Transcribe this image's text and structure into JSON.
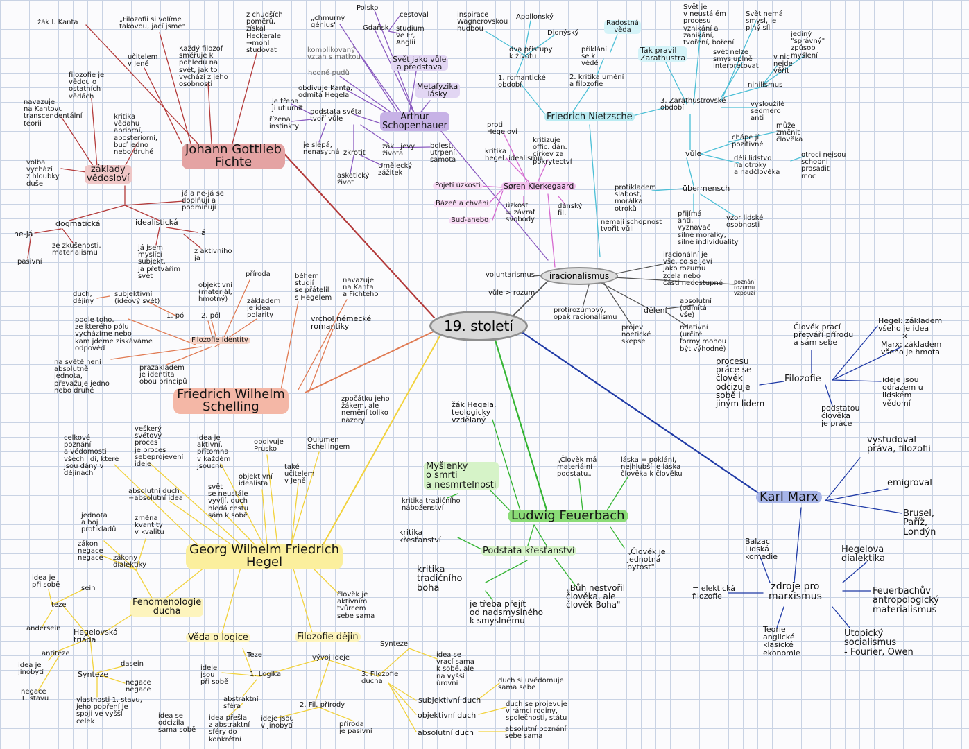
{
  "center": "19. století",
  "iracionalismus": "iracionalismus",
  "colors": {
    "fichte": "#b33a3a",
    "schelling": "#e07a52",
    "hegel": "#f2d23c",
    "feuerbach": "#35b533",
    "marx": "#1f3aa6",
    "schopenhauer": "#8a5ac0",
    "nietzsche": "#4bbfd6",
    "kierkegaard": "#d66ad0",
    "iracionalismus": "#505050"
  },
  "fichte": {
    "title": "Johann Gottlieb\nFichte",
    "zak_kanta": "žák I. Kanta",
    "filozofii_volime": "„Filozofii si volíme\ntakovou, jací jsme\"",
    "chudsich": "z chudších\npoměrů,\nzískal\nHeckerale\n→mohl\nstudovat",
    "ucitelem": "učitelem\nv Jeně",
    "kazdy_filozof": "Každý filozof\nsměřuje k\npohledu na\nsvět, jak to\nvychází z jeho\nosobnosti",
    "vedou": "filozofie je\nvědou o\nostatních\nvědách",
    "navazuje": "navazuje\nna Kantovu\ntranscendentální\nteorii",
    "kritika": "kritika\nvědahu\napriorní,\naposteriorní,\nbuď jedno\nnebo druhé",
    "zaklady": "základy\nvědosloví",
    "volba": "volba\nvychází\nz hloubky\nduše",
    "ja_neja": "já a ne-já se\ndoplňují a\npodmiňují",
    "dogmaticka": "dogmatická",
    "idealisticka": "idealistická",
    "neja": "ne-já",
    "ja": "já",
    "zkusenosti": "ze zkušenosti,\nmaterialismu",
    "pasivni": "pasivní",
    "ja_jsem": "já jsem\nmyslící\nsubjekt,\njá přetvářím\nsvět",
    "aktivniho": "z aktivního\njá"
  },
  "schelling": {
    "title": "Friedrich Wilhelm\nSchelling",
    "priroda": "příroda",
    "objektivni": "objektivní\n(materiál,\nhmotný)",
    "behem": "během\nstudií\nse přátelil\ns Hegelem",
    "navazuje": "navazuje\nna Kanta\na Fichteho",
    "duch": "duch,\ndějiny",
    "subjektivni": "subjektivní\n(ideový svět)",
    "zakladem": "základem\nje idea\npolarity",
    "pol1": "1. pól",
    "pol2": "2. pól",
    "vrchol": "vrchol německé\nromantiky",
    "podle": "podle toho,\nze kterého pólu\nvycházíme nebo\nkam jdeme získáváme\nodpověď",
    "identity": "Filozofie identity",
    "nasvete": "na světě není\nabsolutně\njednota,\npřevažuje jedno\nnebo druhé",
    "prazakladem": "prazákladem\nje identita\nobou principů"
  },
  "hegel": {
    "title": "Georg Wilhelm Friedrich\nHegel",
    "zpocatku": "zpočátku jeho\nžákem, ale\nnemění toliko\nnázory",
    "celkove": "celkové\npoznání\na vědomosti\nvšech lidí, které\njsou dány v\ndějinách",
    "veskery": "veškerý\nsvětový\nproces\nje proces\nsebeprojevení\nideje",
    "idea_aktivni": "idea je\naktivní,\npřítomna\nv každém\njsoucnu",
    "obdivuje": "obdivuje\nPrusko",
    "oulumen": "Oulumen\nSchellingem",
    "take": "také\nučitelem\nv Jeně",
    "objektivni_idealista": "objektivní\nidealista",
    "absolutni_duch": "absolutní duch\n=absolutní idea",
    "svet": "svět\nse neustále\nvyvíjí, duch\nhledá cestu\nsám k sobě",
    "jednota": "jednota\na boj\nprotikladů",
    "zmena": "změna\nkvantity\nv kvalitu",
    "zakon": "zákon\nnegace\nnegace",
    "zakony": "zákony\ndialektiky",
    "clovek": "člověk je\naktivním\ntvůrcem\nsebe sama",
    "idea_prisobe": "idea je\npři sobě",
    "sein": "sein",
    "teze": "teze",
    "fenomenologie": "Fenomenologie\nducha",
    "andersein": "andersein",
    "hegelovska": "Hegelovská\ntriáda",
    "antiteze": "antiteze",
    "dasein": "dasein",
    "idea_jinobyti": "idea je\njinobytí",
    "synteze": "Synteze",
    "negace_negace": "negace\nnegace",
    "negace_stavu": "negace\n1. stavu",
    "vlastnosti": "vlastnosti 1. stavu,\njeho popření je\nspoji ve vyšší\ncelek",
    "veda": "Věda o logice",
    "dejiny": "Filozofie dějin",
    "synteze2": "Synteze",
    "teze2": "Teze",
    "vyvoj": "vývoj ideje",
    "idea_se": "idea se\nvrací sama\nk sobě, ale\nna vyšší\núrovni",
    "ideje_jsou": "ideje\njsou\npři sobě",
    "logika": "1. Logika",
    "filozofie_ducha": "3. Filozofie\nducha",
    "abstraktni": "abstraktní\nsféra",
    "fil_prirody": "2. Fil. přírody",
    "duch_si": "duch si uvědomuje\nsama sebe",
    "subjektivni_duch": "subjektivní duch",
    "duch_se": "duch se projevuje\nv rámci rodiny,\nspolečnosti, státu",
    "objektivni_duch": "objektivní duch",
    "idea_odcizila": "idea se\nodcizila\nsama sobě",
    "idea_presla": "idea přešla\nz abstraktní\nsféry do\nkonkrétní",
    "ideje_jinobyti": "ideje jsou\nv jinobytí",
    "priroda_pasivni": "příroda\nje pasivní",
    "absolutni_duch2": "absolutní duch",
    "absolutni_poznani": "absolutní poznání\nsebe sama"
  },
  "feuerbach": {
    "title": "Ludwig Feuerbach",
    "zak": "žák Hegela,\nteologicky\nvzdělaný",
    "myslenky": "Myšlenky\no smrti\na nesmrtelnosti",
    "clovek_materialni": "„Člověk má\nmateriální\npodstatu„",
    "laska": "láska = poklání,\nnejhlubší je láska\nčlověka k člověku",
    "kritika_tradicniho": "kritika tradičního\nnáboženství",
    "kritika_krest": "kritika\nkřesťanství",
    "podstata": "Podstata křesťanství",
    "clovek_bytost": "„Člověk je\njednotná\nbytost\"",
    "kritika_boha": "kritika\ntradičního\nboha",
    "buh": "„Bůh nestvořil\nčlověka, ale\nčlověk Boha\"",
    "treba": "je třeba přejít\nod nadsmyslného\nk smyslnému"
  },
  "marx": {
    "title": "Karl Marx",
    "clovek_praci": "Člověk prací\npřetváří přírodu\na sám sebe",
    "hegel_zakladem": "Hegel: základem\nvšeho je idea",
    "x": "×",
    "marx_zakladem": "Marx: základem\nvšeho je hmota",
    "procesu": "procesu\npráce se\nčlověk\nodcizuje\nsobě i\njiným lidem",
    "filozofie": "Filozofie",
    "ideje_jsou": "ideje jsou\nodrazem u\nlidském\nvědomí",
    "podstatou": "podstatou\nčlověka\nje práce",
    "vystudoval": "vystudoval\npráva, filozofii",
    "emigroval": "emigroval",
    "brusel": "Brusel,\nPaříž,\nLondýn",
    "balzac": "Balzac\nLidská\nkomedie",
    "hegelova": "Hegelova\ndialektika",
    "elekticka": "= elektická\nfilozofie",
    "zdroje": "zdroje pro\nmarxismus",
    "feuerbachuv": "Feuerbachův\nantropologický\nmaterialismus",
    "teorie": "Teorie\nanglické\nklasické\nekonomie",
    "utopicky": "Utopický\nsocialismus\n- Fourier, Owen"
  },
  "schopenhauer": {
    "title": "Arthur\nSchopenhauer",
    "polsko": "Polsko",
    "chmurny": "„chmurný\ngénius\"",
    "cestoval": "cestoval",
    "gdansk": "Gdaňsk",
    "studium": "studium\nve Fr,\nAnglii",
    "komplikovany": "komplikovaný\nvztah s matkou",
    "svet_jako_vule": "Svět jako vůle\na představa",
    "hodne_pudu": "hodně pudů",
    "obdivuje": "obdivuje Kanta,\nodmítá Hegela",
    "metafyzika": "Metafyzika\nlásky",
    "je_treba": "je třeba\nji utlumit",
    "podstata": "podstata světa\ntvoří vůle",
    "rizena": "řízena\ninstinkty",
    "zakl_jevy": "zákl. jevy\nživota",
    "bolest": "bolest,\nutrpení,\nsamota",
    "je_slepa": "je slepá,\nnenasytná",
    "zkrotit": "zkrotit",
    "umelecky": "Umělecký\nzážitek",
    "asketicky": "asketický\nživot"
  },
  "nietzsche": {
    "title": "Friedrich Nietzsche",
    "inspirace": "inspirace\nWagnerovskou\nhudbou",
    "apollonsky": "Apollonský",
    "dionysky": "Dionýský",
    "radostna": "Radostná\nvěda",
    "dva_pristupy": "dva přístupy\nk životu",
    "priklani": "přiklání\nse k\nvědě",
    "tak_pravil": "Tak pravil\nZarathustra",
    "romanticke": "1. romantické\nobdobí",
    "kritika_umeni": "2. kritika umění\na filozofie",
    "svet_je_neustalem": "Svět je\nv neustálém\nprocesu\nvznikání a\nzanikání,\ntvoření, boření",
    "svet_nema": "Svět nemá\nsmysl, je\nplný síl",
    "jediny": "jediný\n\"správný\"\nzpůsob\nmyšlení",
    "svet_nelze": "svět nelze\nsmysluplně\ninterpretovat",
    "v_nic": "v nic\nnejde\nvěřit",
    "nihilismus": "nihilismus",
    "zarathustrovske": "3. Zarathustrovské\nobdobí",
    "vyslouzile": "vysloužilé\nsedmero\nanti",
    "muze_zmenit": "může\nzměnit\nčlověka",
    "chape": "chápe jí\npozitivně",
    "vule": "vůle",
    "deli": "dělí lidstvo\nna otroky\na nadčlověka",
    "otroci": "otroci nejsou\nschopni\nprosadit\nmoc",
    "protikladem": "protikladem\nslabost,\nmorálka\notroků",
    "ubermensch": "übermensch",
    "prijima": "přijímá\nanti,\nvyznavač\nsilné morálky,\nsilné individuality",
    "vzor": "vzor lidské\nosobnosti",
    "nemaji": "nemají schopnost\ntvořit vůli"
  },
  "kierkegaard": {
    "title": "Søren Kierkegaard",
    "proti_hegelovi": "proti\nHegelovi",
    "kritizuje": "kritizuje\noffic. dán.\ncírkev za\npokrytectví",
    "kritika_hegel": "kritika\nhegel. idealismu",
    "pojeti": "Pojetí úzkosti",
    "bazen": "Bázeň a chvění",
    "uzkost": "úzkost\n= závrať\nsvobody",
    "dansky": "dánský\nfil.",
    "bud_anebo": "Buď-anebo"
  },
  "irac": {
    "iracionalni": "iracionální je\nvše, co se jeví\njako rozumu\nzcela nebo\nčásti nedostupné",
    "voluntarismus": "voluntarismus",
    "vule_rozum": "vůle > rozum",
    "poznani": "poznání\nrozumu\nvzpouzí",
    "protirozumovy": "protirozumový,\nopak racionalismu",
    "deleni": "dělení",
    "absolutni": "absolutní\n(odmítá\nvše)",
    "projev": "projev\nnoetické\nskepse",
    "relativni": "relativní\n(určité\nformy mohou\nbýt výhodné)"
  }
}
